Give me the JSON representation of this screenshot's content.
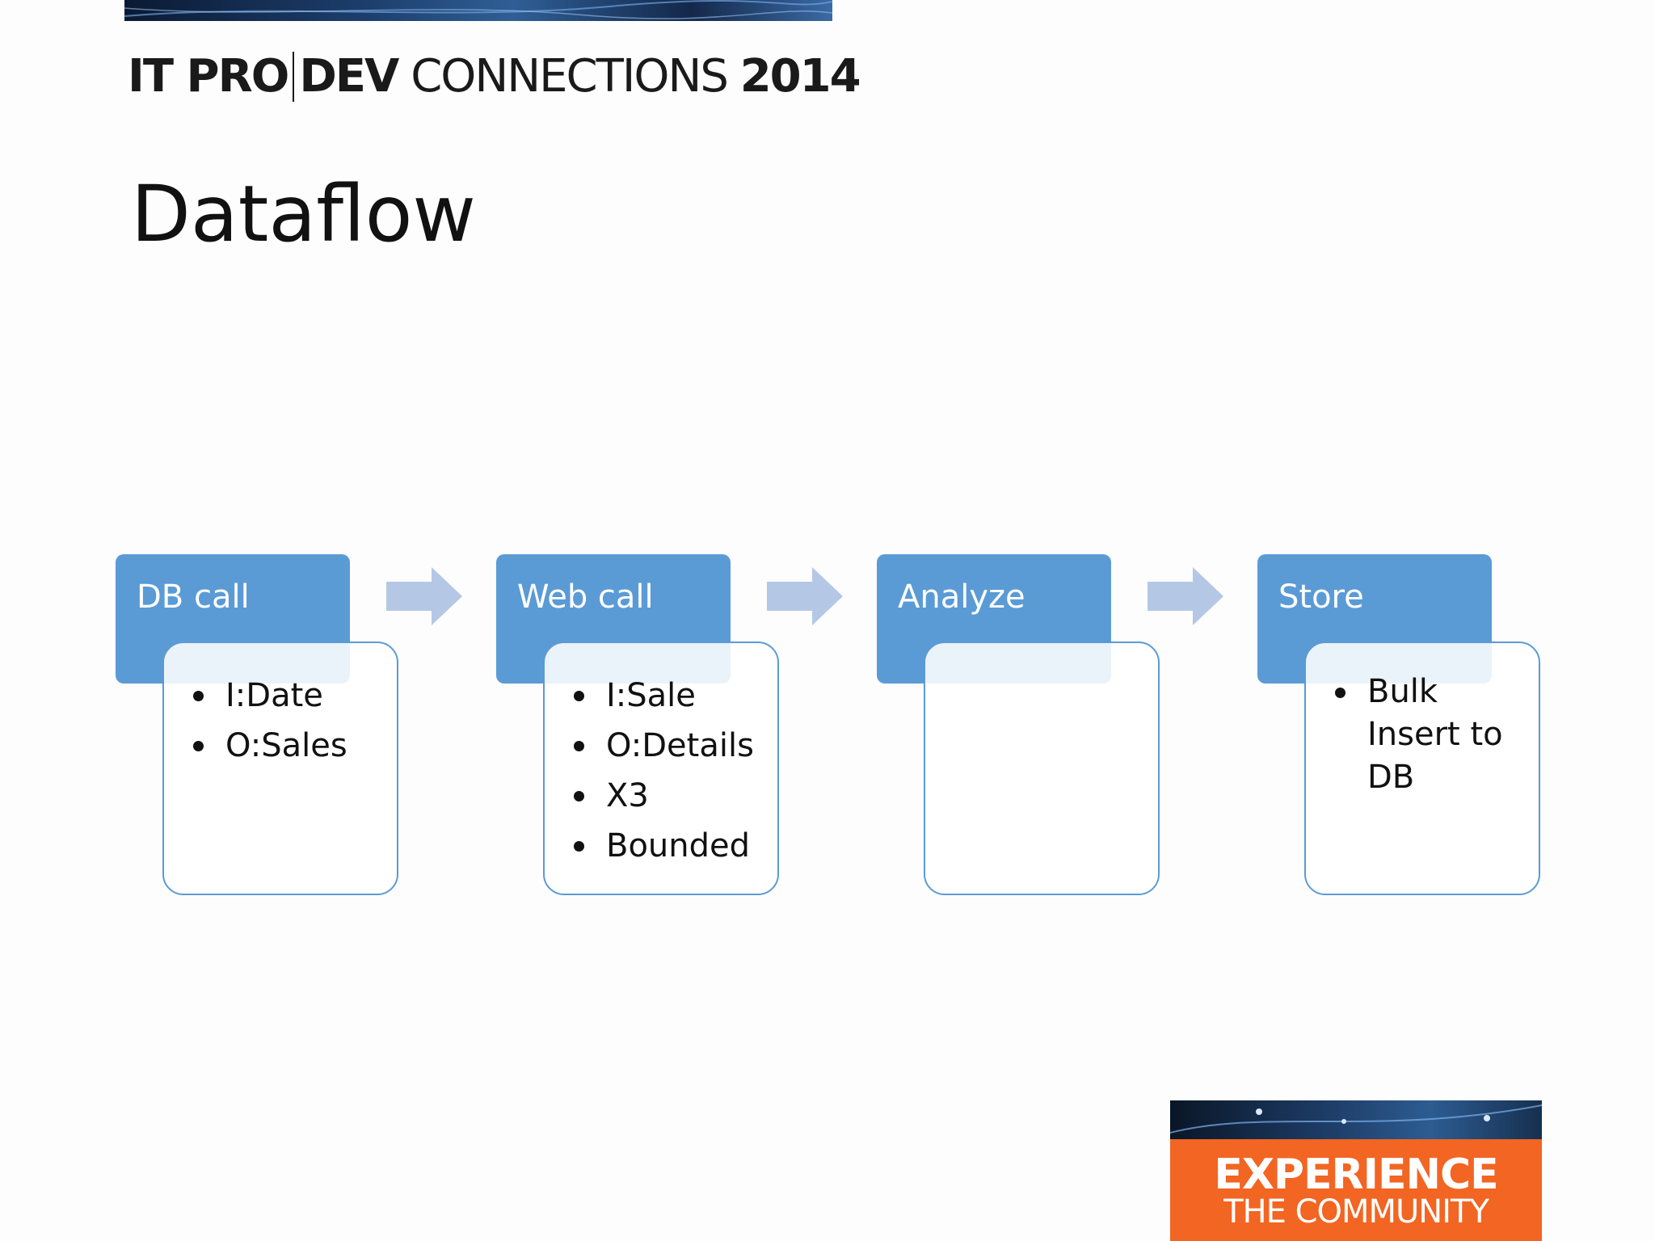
{
  "header": {
    "brand_bold_1": "IT PRO",
    "brand_bold_2": "DEV",
    "brand_light": "CONNECTIONS",
    "brand_year": "2014"
  },
  "slide": {
    "title": "Dataflow"
  },
  "process": {
    "steps": [
      {
        "header": "DB call",
        "items": [
          "I:Date",
          "O:Sales"
        ]
      },
      {
        "header": "Web call",
        "items": [
          "I:Sale",
          "O:Details",
          "X3",
          "Bounded"
        ]
      },
      {
        "header": "Analyze",
        "items": []
      },
      {
        "header": "Store",
        "items": [
          "Bulk Insert to DB"
        ]
      }
    ]
  },
  "badge": {
    "line1": "EXPERIENCE",
    "line2": "THE COMMUNITY"
  },
  "colors": {
    "step_header": "#5b9bd5",
    "arrow": "#b4c8e6",
    "badge_orange": "#f26522"
  }
}
